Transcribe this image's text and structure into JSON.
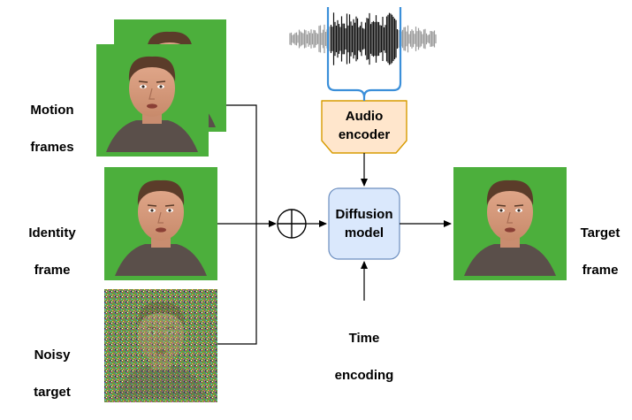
{
  "labels": {
    "motion_frames": [
      "Motion",
      "frames"
    ],
    "identity_frame": [
      "Identity",
      "frame"
    ],
    "noisy_target": [
      "Noisy",
      "target"
    ],
    "target_frame": [
      "Target",
      "frame"
    ],
    "time_encoding": [
      "Time",
      "encoding"
    ]
  },
  "nodes": {
    "audio_encoder": [
      "Audio",
      "encoder"
    ],
    "diffusion_model": [
      "Diffusion",
      "model"
    ]
  },
  "colors": {
    "green_screen": "#4caf3c",
    "audio_encoder_fill": "#ffe6cc",
    "audio_encoder_stroke": "#d79b00",
    "diffusion_fill": "#dae8fc",
    "diffusion_stroke": "#6c8ebf",
    "bracket_blue": "#3b8fd9",
    "waveform_dark": "#111111",
    "waveform_light": "#9a9a9a"
  },
  "icons": {
    "sum_operator": "circle-plus-icon",
    "face_image": "face-photo"
  }
}
